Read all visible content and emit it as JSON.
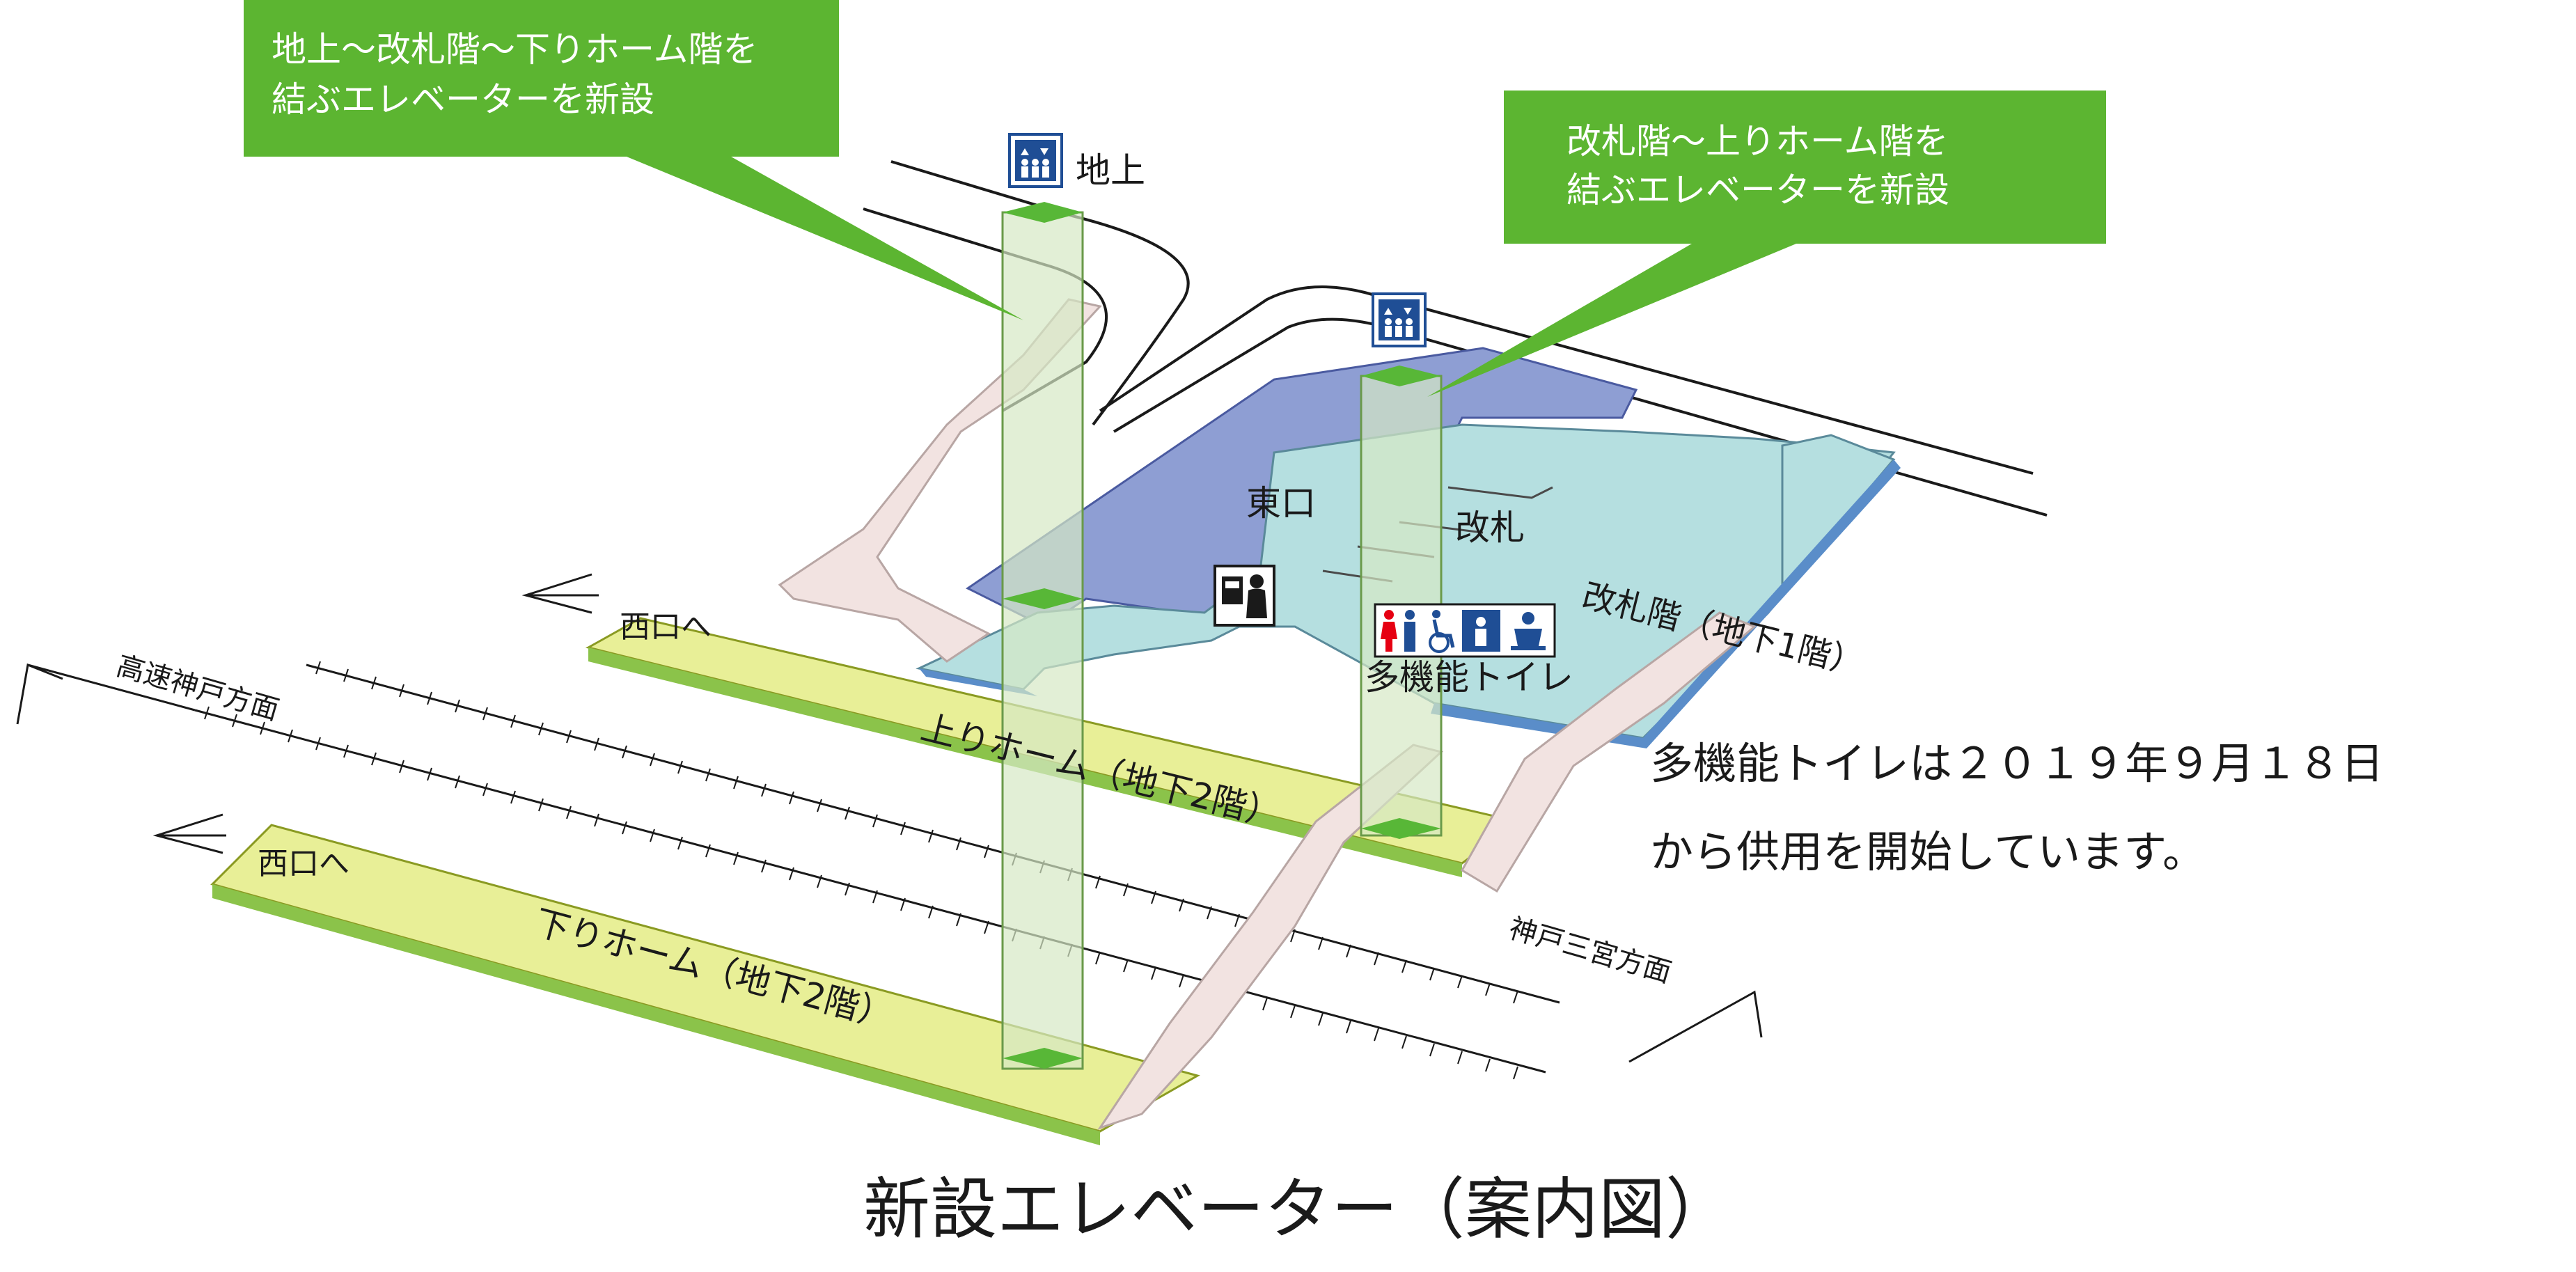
{
  "callouts": {
    "left_line1": "地上〜改札階〜下りホーム階を",
    "left_line2": "結ぶエレベーターを新設",
    "right_line1": "改札階〜上りホーム階を",
    "right_line2": "結ぶエレベーターを新設"
  },
  "labels": {
    "chijo": "地上",
    "higashiguchi": "東口",
    "kaisatsu": "改札",
    "kaisatsu_floor": "改札階（地下1階）",
    "tamokuteki_toilet": "多機能トイレ",
    "nishiguchi_upper": "西口へ",
    "nishiguchi_lower": "西口へ",
    "nobori_home": "上りホーム（地下2階）",
    "kudari_home": "下りホーム（地下2階）",
    "direction_kosoku_kobe": "高速神戸方面",
    "direction_sannomiya": "神戸三宮方面"
  },
  "notice": {
    "line1": "多機能トイレは２０１９年９月１８日",
    "line2": "から供用を開始しています。"
  },
  "footer": {
    "title": "新設エレベーター（案内図）"
  },
  "colors": {
    "callout_green": "#5cb531",
    "concourse_blue": "#8e9ed3",
    "concourse_light": "#b5dfe0",
    "platform_yellow": "#e8ef97",
    "elevator_top_green": "#58b737",
    "shaft_fill": "#d6e8c4",
    "stair_pink": "#f2e3e1",
    "elevator_icon_blue": "#1f4e95",
    "toilet_red": "#e60012"
  },
  "icons": [
    "elevator-icon",
    "ticket-office-icon",
    "female-toilet-icon",
    "male-toilet-icon",
    "wheelchair-icon",
    "ostomate-icon",
    "baby-care-icon"
  ]
}
